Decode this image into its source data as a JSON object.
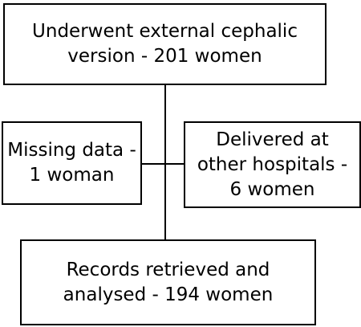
{
  "flowchart": {
    "top_box": {
      "line1": "Underwent external cephalic",
      "line2": "version - 201 women"
    },
    "left_box": {
      "line1": "Missing data -",
      "line2": "1 woman"
    },
    "right_box": {
      "line1": "Delivered at",
      "line2": "other hospitals -",
      "line3": "6 women"
    },
    "bottom_box": {
      "line1": "Records retrieved and",
      "line2": "analysed - 194 women"
    }
  }
}
